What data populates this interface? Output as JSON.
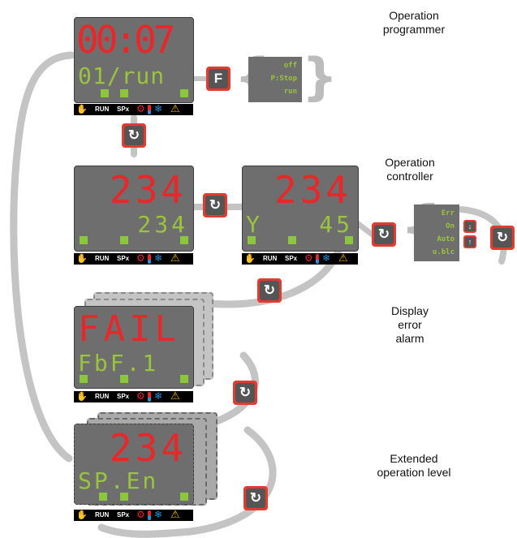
{
  "labels": {
    "operation_programmer": [
      "Operation",
      "programmer"
    ],
    "operation_controller": [
      "Operation",
      "controller"
    ],
    "display_error_alarm": [
      "Display",
      "error",
      "alarm"
    ],
    "extended_operation_level": [
      "Extended",
      "operation level"
    ]
  },
  "panel_programmer": {
    "top": "00:07",
    "bottom": "01/run"
  },
  "panel_controller_a": {
    "top": "234",
    "bottom": "234"
  },
  "panel_controller_b": {
    "top": "234",
    "bottom_left": "Y",
    "bottom_right": "45"
  },
  "panel_error": {
    "top": "FAIL",
    "bottom": "FbF.1"
  },
  "panel_extended": {
    "top": "234",
    "bottom": "SP.En"
  },
  "status_bar": {
    "run": "RUN",
    "spx": "SPx"
  },
  "f_key": {
    "label": "F"
  },
  "menu_programmer": [
    "off",
    "P:Stop",
    "run"
  ],
  "menu_controller": [
    "Err",
    "On",
    "Auto",
    "u.blc"
  ],
  "icons": {
    "cycle": "cycle-arrow-icon",
    "arrow_down": "arrow-down-icon",
    "arrow_up": "arrow-up-icon",
    "hand": "hand-icon",
    "gear": "gear-icon",
    "thermometer": "thermometer-icon",
    "snowflake": "snowflake-icon",
    "warning": "warning-icon"
  },
  "colors": {
    "lcd_background": "#6e6e6e",
    "segment_red": "#e8272b",
    "segment_green": "#9ac43c",
    "led_green": "#8cc63f",
    "key_red": "#e53a2e",
    "connector_gray": "#c4c4c4"
  }
}
